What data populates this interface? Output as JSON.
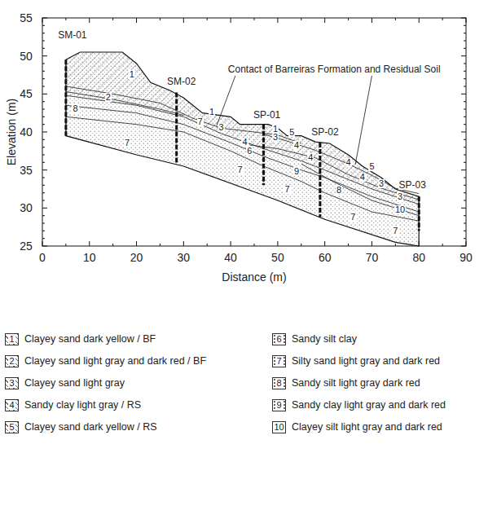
{
  "diagram": {
    "labels": [
      "25",
      "30",
      "35",
      "40",
      "45",
      "50",
      "55",
      "0",
      "10",
      "20",
      "30",
      "40",
      "50",
      "60",
      "70",
      "80",
      "90",
      "Elevation (m)",
      "Distance (m)",
      "SM-01",
      "SM-02",
      "SP-01",
      "SP-02",
      "SP-03",
      "Contact of Barreiras Formation and Residual Soil",
      "1",
      "2",
      "8",
      "7",
      "1",
      "3",
      "7",
      "4",
      "6",
      "1",
      "3",
      "5",
      "4",
      "4",
      "9",
      "7",
      "4",
      "5",
      "4",
      "3",
      "8",
      "3",
      "10",
      "7",
      "7",
      "7",
      "1",
      "2",
      "3",
      "4",
      "5",
      "6",
      "7",
      "8",
      "9",
      "10"
    ],
    "legend": [
      {
        "text": "Clayey sand dark yellow / BF"
      },
      {
        "text": "Clayey sand light gray and dark red / BF"
      },
      {
        "text": "Clayey sand light gray"
      },
      {
        "text": "Sandy clay light gray / RS"
      },
      {
        "text": "Clayey sand dark yellow / RS"
      },
      {
        "text": "Sandy silt clay"
      },
      {
        "text": "Silty sand light gray and dark red"
      },
      {
        "text": "Sandy silt light gray dark red"
      },
      {
        "text": "Sandy clay light gray and dark red"
      },
      {
        "text": "Clayey silt light gray and dark red"
      }
    ]
  }
}
